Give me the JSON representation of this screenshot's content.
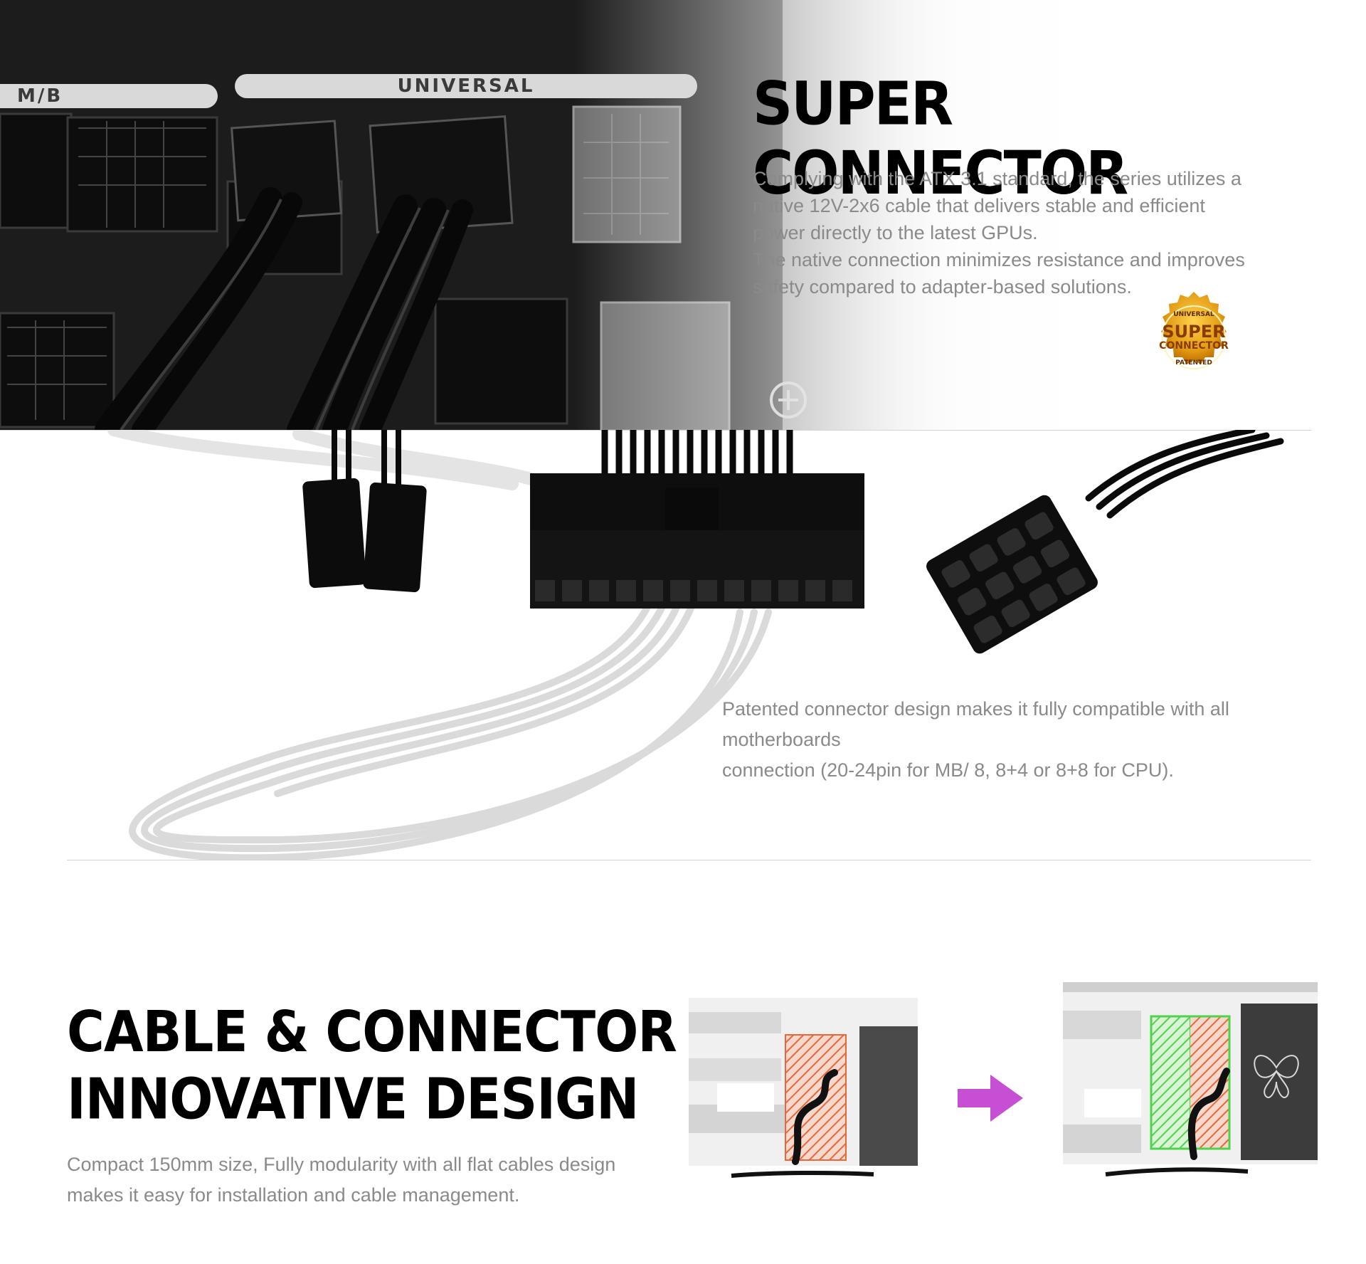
{
  "hero": {
    "title": "SUPER CONNECTOR",
    "description_lines": [
      "Complying with the ATX 3.1 standard, the series utilizes a",
      "native 12V-2x6 cable that delivers stable and efficient",
      "power directly to the latest GPUs.",
      "The native connection minimizes resistance and improves",
      "safety compared to adapter-based solutions."
    ],
    "port_labels": {
      "mb": "M/B",
      "universal": "UNIVERSAL"
    },
    "badge": {
      "top": "UNIVERSAL",
      "line1": "SUPER",
      "line2": "CONNECTOR",
      "bottom": "PATENTED"
    }
  },
  "cables": {
    "description_lines": [
      "Patented connector design makes it fully compatible with all motherboards",
      "connection (20-24pin for MB/ 8, 8+4 or 8+8 for CPU)."
    ]
  },
  "design": {
    "title_lines": [
      "CABLE & CONNECTOR",
      "INNOVATIVE DESIGN"
    ],
    "description_lines": [
      "Compact 150mm size, Fully modularity with all flat cables design",
      "makes it easy for installation and cable management."
    ]
  },
  "colors": {
    "arrow": "#c64fd3",
    "before_highlight": "#e8683a",
    "after_highlight": "#4fd34a"
  },
  "icons": [
    "right-arrow-icon",
    "patent-badge-icon",
    "butterfly-logo-icon"
  ]
}
